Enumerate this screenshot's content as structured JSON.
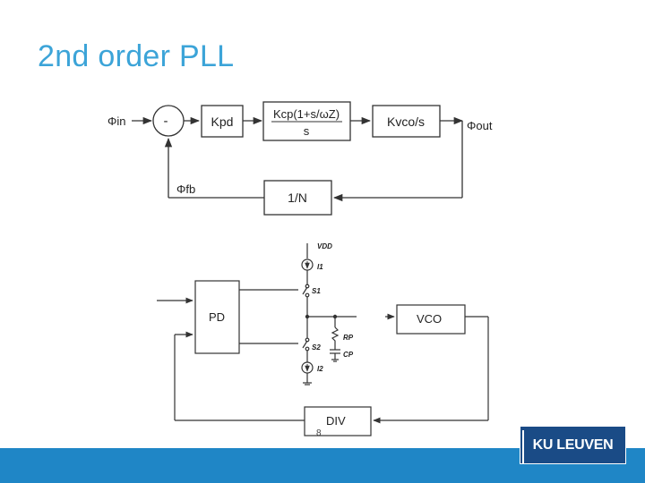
{
  "slide": {
    "title": "2nd order PLL",
    "page_number": "8",
    "logo_text": "KU LEUVEN"
  },
  "block_diagram": {
    "input_label": "Φin",
    "sum_sign": "-",
    "kpd_label": "Kpd",
    "filter_numerator": "Kcp(1+s/ωZ)",
    "filter_denominator": "s",
    "vco_block_label": "Kvco/s",
    "output_label": "Φout",
    "feedback_label": "Φfb",
    "divider_label": "1/N"
  },
  "circuit": {
    "pd_label": "PD",
    "vco_label": "VCO",
    "div_label": "DIV",
    "vdd_label": "VDD",
    "i1_label": "I1",
    "s1_label": "S1",
    "s2_label": "S2",
    "i2_label": "I2",
    "rp_label": "RP",
    "cp_label": "CP"
  },
  "colors": {
    "title": "#3ca4d8",
    "footer": "#1f86c6",
    "logo_bg": "#1a4b86",
    "line": "#333333"
  }
}
